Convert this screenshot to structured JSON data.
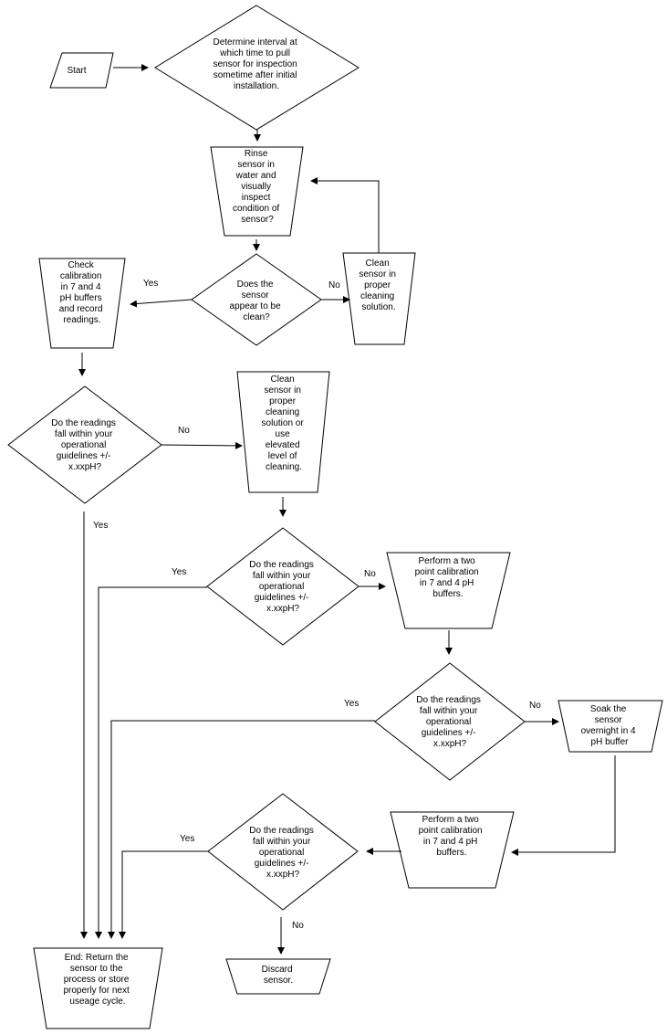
{
  "flowchart": {
    "start": "Start",
    "determine_interval": [
      "Determine interval at",
      "which time to pull",
      "sensor for inspection",
      "sometime after initial",
      "installation."
    ],
    "rinse": [
      "Rinse",
      "sensor in",
      "water and",
      "visually",
      "inspect",
      "condition of",
      "sensor?"
    ],
    "decision_clean": [
      "Does the",
      "sensor",
      "appear to be",
      "clean?"
    ],
    "clean_solution": [
      "Clean",
      "sensor in",
      "proper",
      "cleaning",
      "solution."
    ],
    "check_calibration": [
      "Check",
      "calibration",
      "in 7 and 4",
      "pH buffers",
      "and record",
      "readings."
    ],
    "decision_readings_1": [
      "Do the readings",
      "fall within your",
      "operational",
      "guidelines +/-",
      "x.xxpH?"
    ],
    "clean_elevated": [
      "Clean",
      "sensor in",
      "proper",
      "cleaning",
      "solution or",
      "use",
      "elevated",
      "level of",
      "cleaning."
    ],
    "decision_readings_2": [
      "Do the readings",
      "fall within your",
      "operational",
      "guidelines +/-",
      "x.xxpH?"
    ],
    "perform_calibration_1": [
      "Perform a two",
      "point calibration",
      "in 7 and 4 pH",
      "buffers."
    ],
    "decision_readings_3": [
      "Do the readings",
      "fall within your",
      "operational",
      "guidelines +/-",
      "x.xxpH?"
    ],
    "soak": [
      "Soak the",
      "sensor",
      "overnight in 4",
      "pH buffer"
    ],
    "perform_calibration_2": [
      "Perform a two",
      "point calibration",
      "in 7 and 4 pH",
      "buffers."
    ],
    "decision_readings_4": [
      "Do the readings",
      "fall within your",
      "operational",
      "guidelines +/-",
      "x.xxpH?"
    ],
    "end": [
      "End:  Return the",
      "sensor to the",
      "process or store",
      "properly for next",
      "useage cycle."
    ],
    "discard": [
      "Discard",
      "sensor."
    ],
    "labels": {
      "yes_clean": "Yes",
      "no_clean": "No",
      "no_readings_1": "No",
      "yes_readings_1": "Yes",
      "yes_readings_2": "Yes",
      "no_readings_2": "No",
      "yes_readings_3": "Yes",
      "no_readings_3": "No",
      "yes_readings_4": "Yes",
      "no_readings_4": "No"
    }
  }
}
